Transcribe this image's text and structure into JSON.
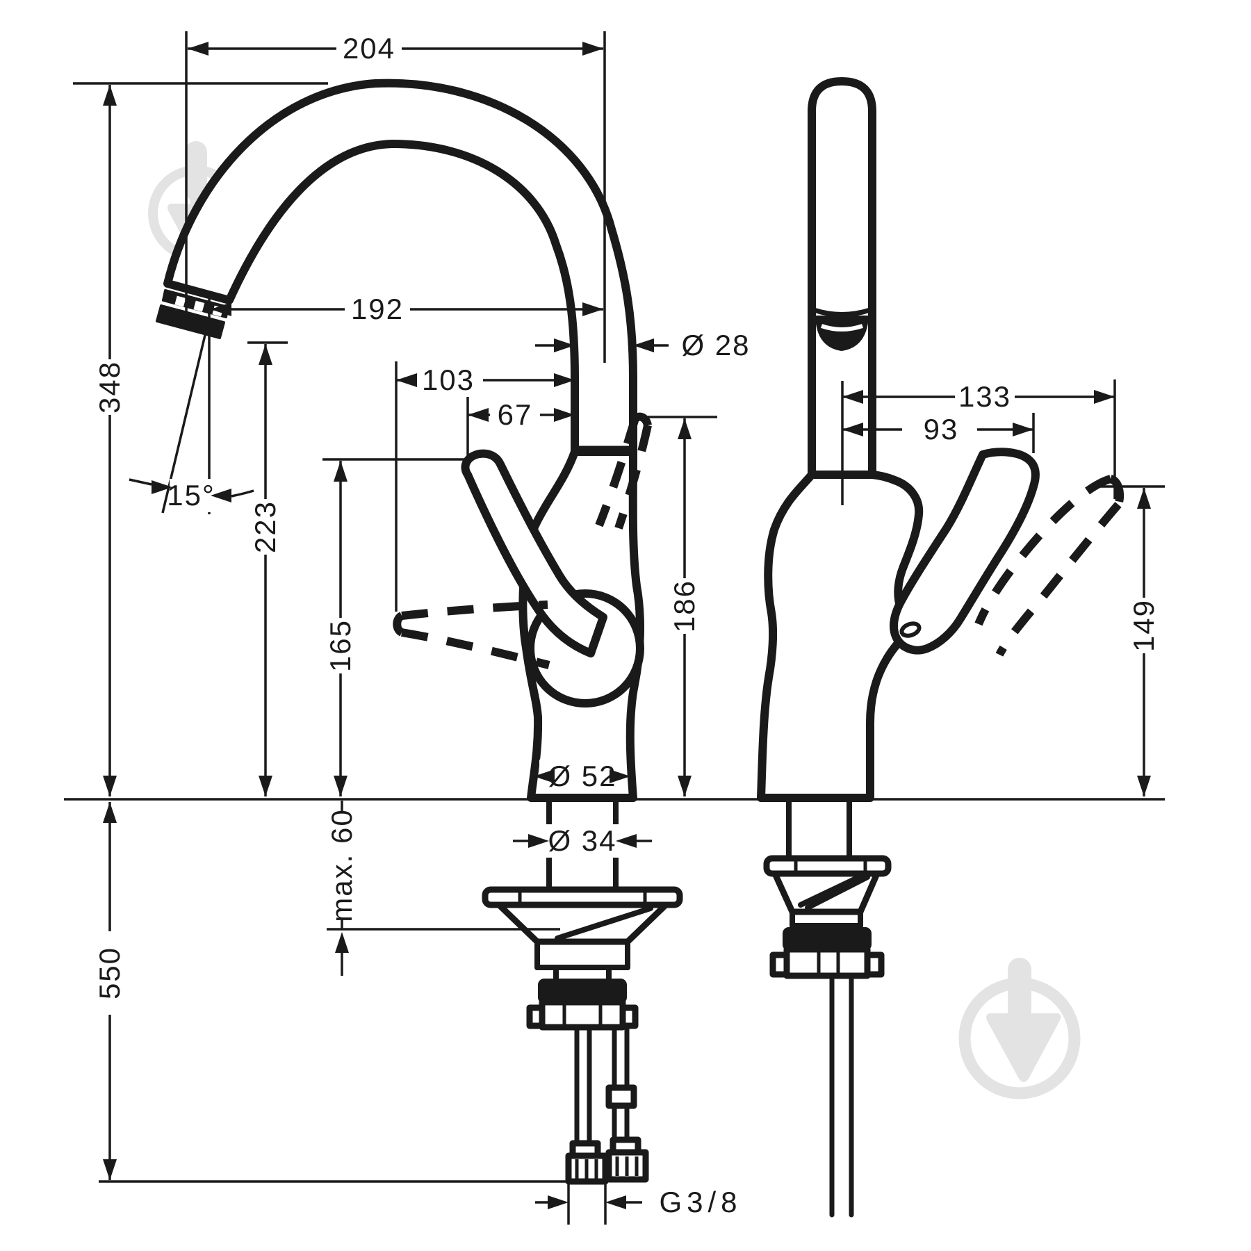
{
  "page": {
    "type": "technical-dimension-drawing",
    "subject": "single-lever kitchen mixer faucet, front and side installation views",
    "units": "mm",
    "background": "#ffffff"
  },
  "colors": {
    "line": "#1a1a1a",
    "watermark": "#e3e3e3"
  },
  "views": {
    "front": {
      "name": "front-view",
      "dimensions": {
        "overall_width": "204",
        "spout_reach": "192",
        "spout_pipe_diameter": "Ø 28",
        "handle_projection_open": "103",
        "handle_projection": "67",
        "overall_height": "348",
        "spout_tilt_angle": "15°",
        "spout_outlet_height": "223",
        "handle_tip_height": "165",
        "handle_raised_height": "186",
        "body_diameter": "Ø 52",
        "mount_shaft_diameter": "Ø 34",
        "deck_thickness": "max. 60",
        "hose_length_below_deck": "550",
        "supply_connection": "G3/8"
      }
    },
    "side": {
      "name": "side-view",
      "dimensions": {
        "overall_depth": "133",
        "handle_depth": "93",
        "handle_raised_height": "149"
      }
    }
  },
  "watermarks": [
    {
      "icon": "trowel-in-circle",
      "position": "upper-left"
    },
    {
      "icon": "trowel-in-circle",
      "position": "lower-right"
    }
  ]
}
